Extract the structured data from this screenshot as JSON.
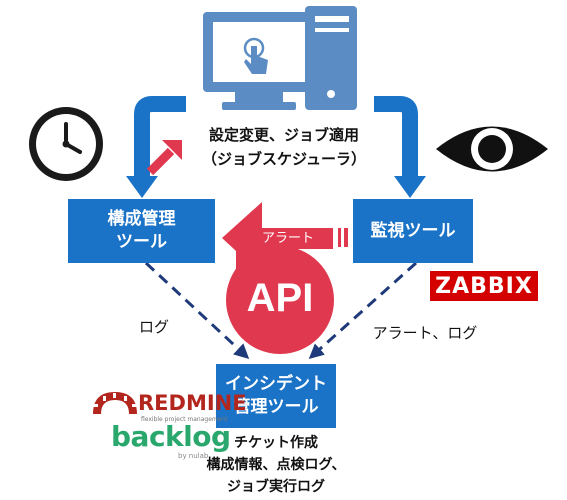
{
  "nodes": {
    "config_tool": {
      "line1": "構成管理",
      "line2": "ツール"
    },
    "monitor_tool": {
      "line1": "監視ツール"
    },
    "incident_tool": {
      "line1": "インシデント",
      "line2": "管理ツール"
    }
  },
  "labels": {
    "apply_line1": "設定変更、ジョブ適用",
    "apply_line2": "（ジョブスケジューラ）",
    "alert_arrow": "アラート",
    "api": "API",
    "log_left": "ログ",
    "alert_log_right": "アラート、ログ",
    "incident_desc_line1": "チケット作成",
    "incident_desc_line2": "構成情報、点検ログ、",
    "incident_desc_line3": "ジョブ実行ログ"
  },
  "logos": {
    "zabbix": "ZABBIX",
    "redmine": "REDMINE",
    "redmine_tagline": "flexible project management",
    "backlog": "backlog",
    "backlog_tagline": "by nulab"
  },
  "icons": [
    "computer-icon",
    "clock-icon",
    "eye-icon"
  ],
  "colors": {
    "box_blue": "#1a73c7",
    "arrow_blue": "#1a73c7",
    "accent_red": "#e0394f",
    "zabbix_red": "#d40000",
    "dashed_navy": "#1f3a7a"
  }
}
